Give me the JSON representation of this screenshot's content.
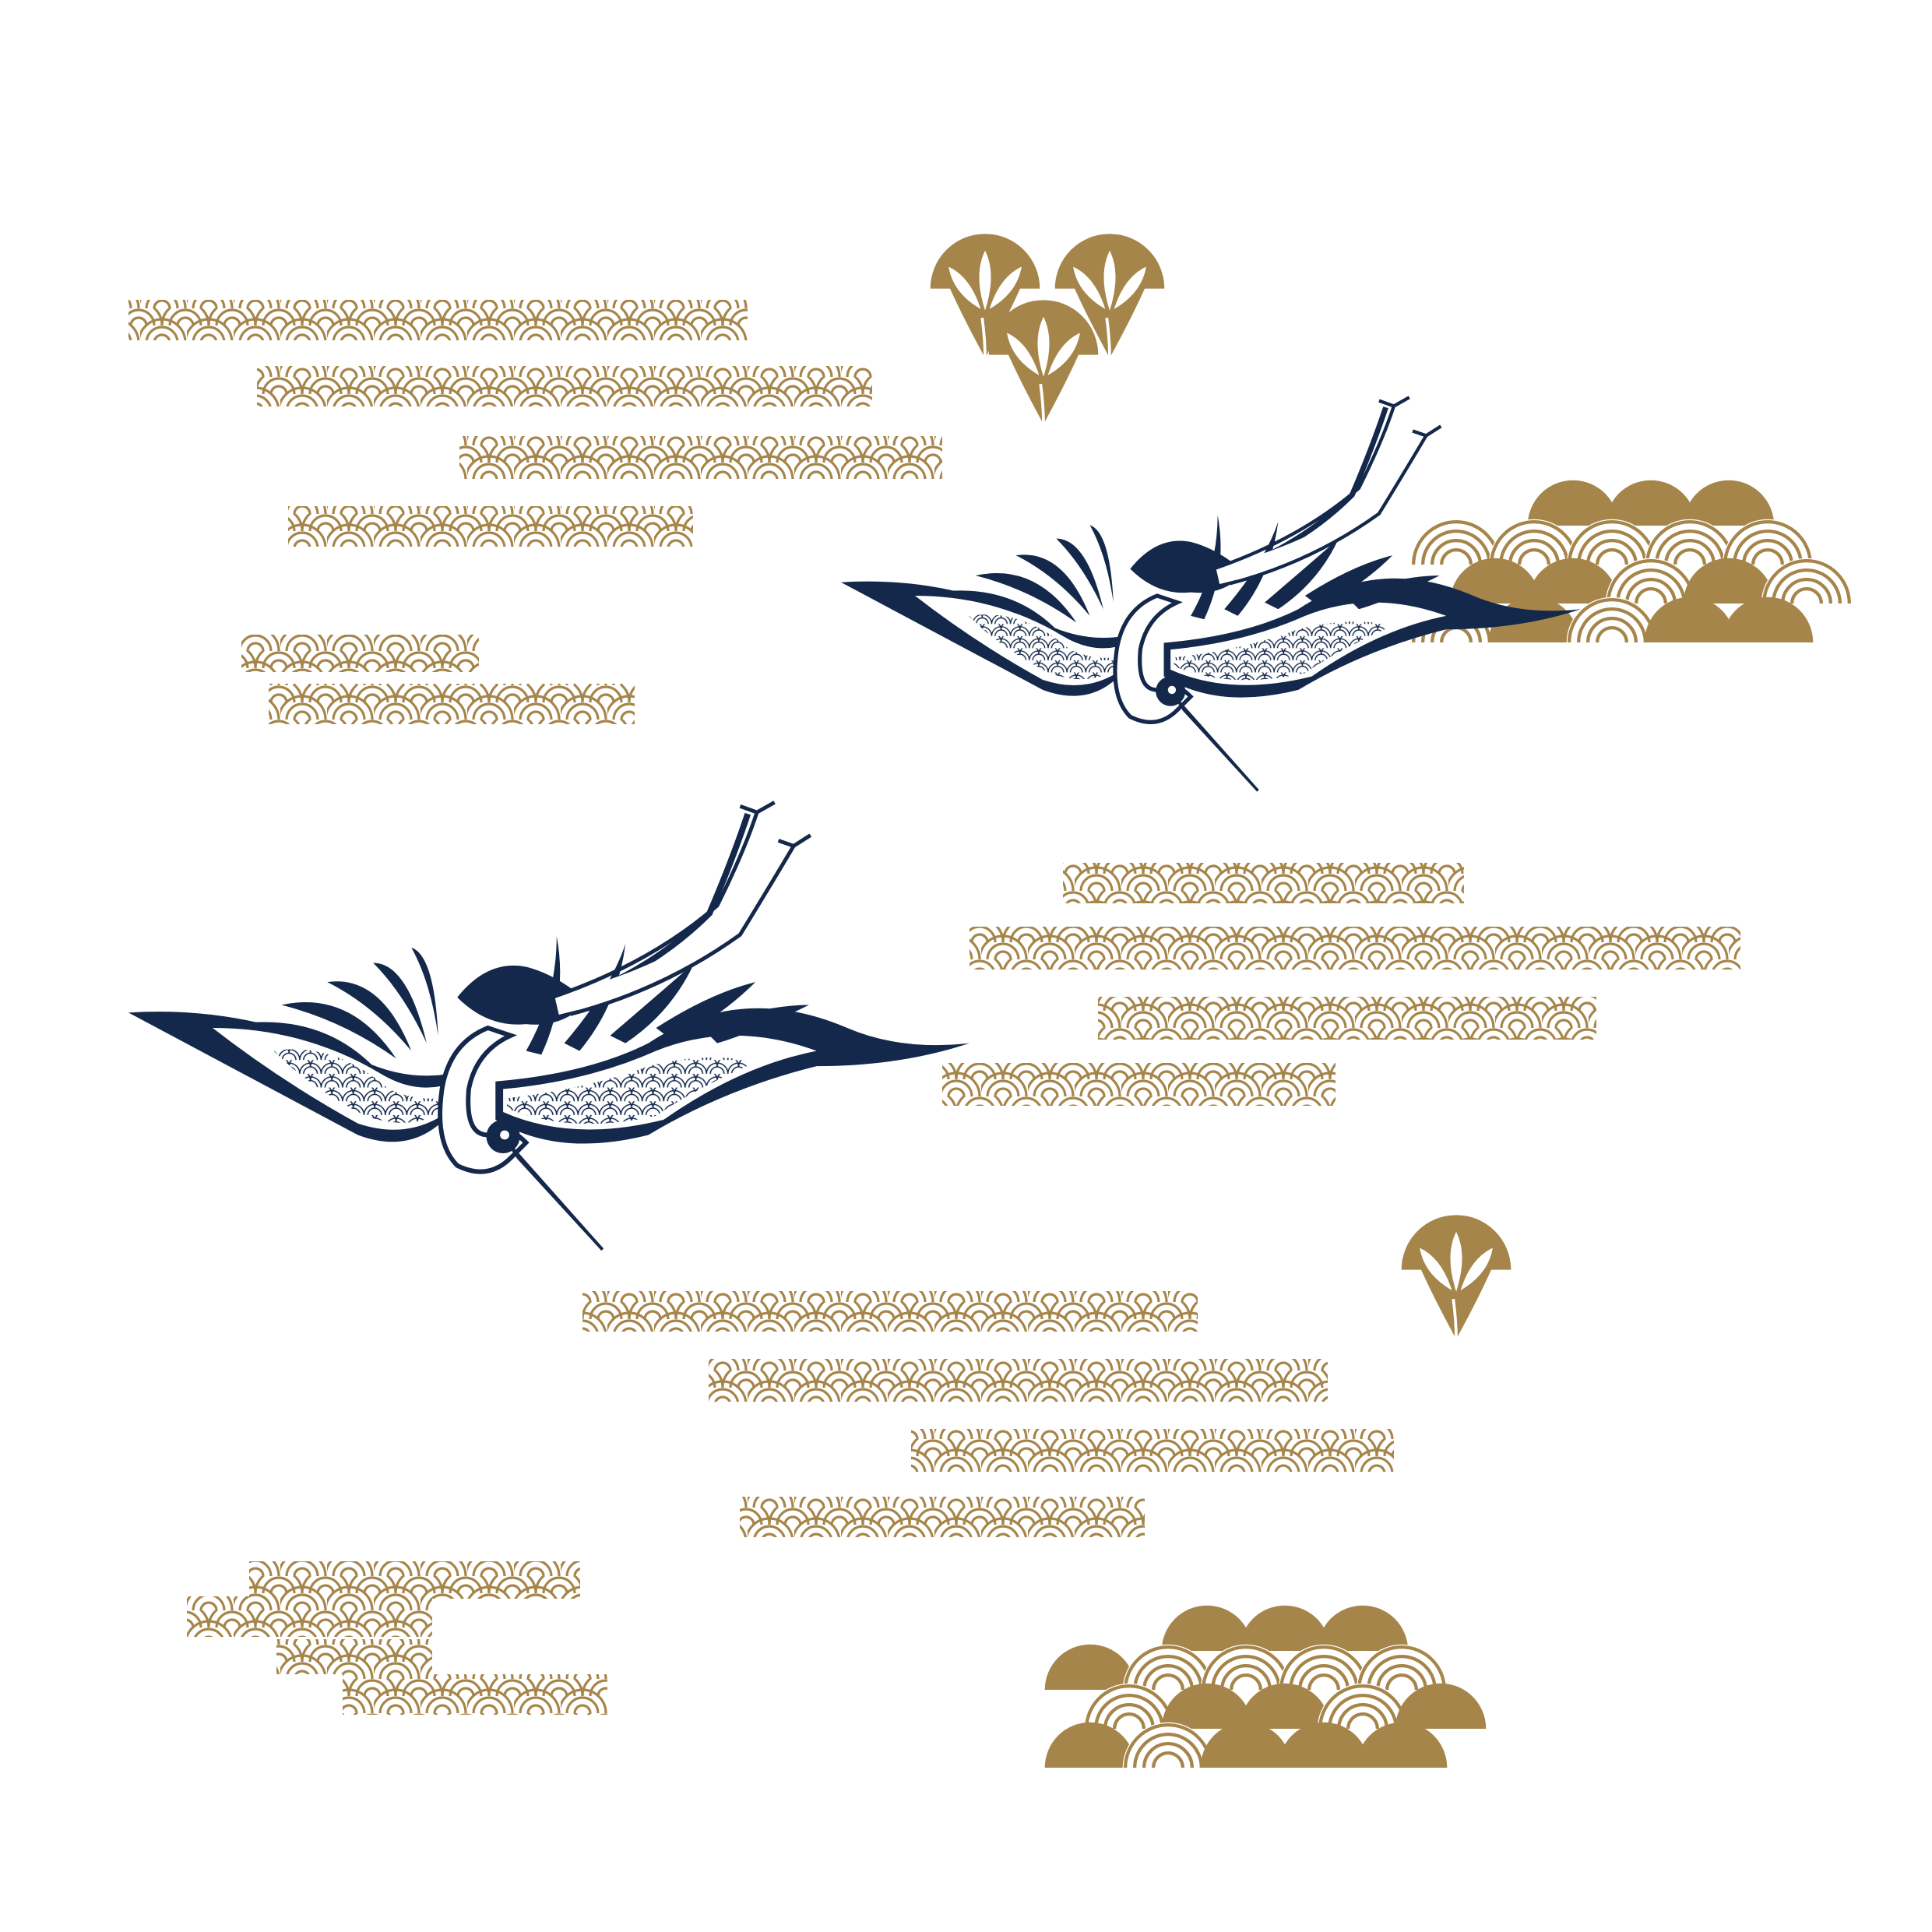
{
  "canvas": {
    "background": "#ffffff"
  },
  "colors": {
    "gold": "#a6854a",
    "navy": "#13284a",
    "white": "#ffffff"
  },
  "illustration": {
    "style": "japanese-seigaiha-pattern",
    "elements": [
      "seigaiha-wave-band",
      "seigaiha-cloud-cluster",
      "bamboo-leaf-crest",
      "flying-crane"
    ]
  }
}
